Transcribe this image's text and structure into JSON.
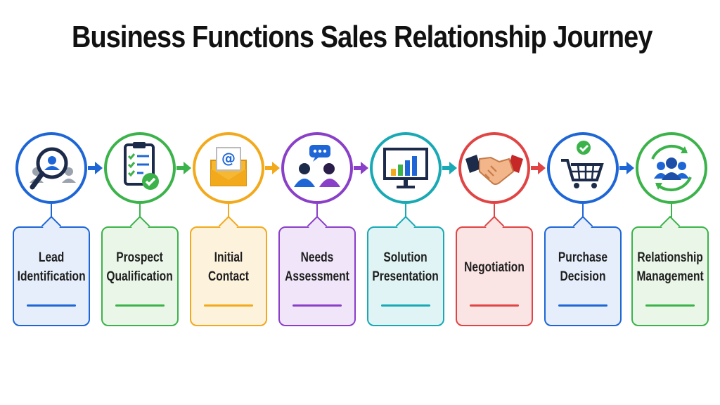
{
  "title": "Business Functions Sales Relationship Journey",
  "steps": [
    {
      "line1": "Lead",
      "line2": "Identification",
      "color": "#1e66d6",
      "fill": "#e6eefb",
      "icon": "search-person-icon"
    },
    {
      "line1": "Prospect",
      "line2": "Qualification",
      "color": "#3bb34a",
      "fill": "#eaf6e8",
      "icon": "clipboard-check-icon"
    },
    {
      "line1": "Initial",
      "line2": "Contact",
      "color": "#f2a91c",
      "fill": "#fdf2dc",
      "icon": "email-icon"
    },
    {
      "line1": "Needs",
      "line2": "Assessment",
      "color": "#8a3fc8",
      "fill": "#f1e6f9",
      "icon": "conversation-icon"
    },
    {
      "line1": "Solution",
      "line2": "Presentation",
      "color": "#18a9b5",
      "fill": "#e0f4f5",
      "icon": "presentation-chart-icon"
    },
    {
      "line1": "Negotiation",
      "line2": "",
      "color": "#e04444",
      "fill": "#fbe4e4",
      "icon": "handshake-icon"
    },
    {
      "line1": "Purchase",
      "line2": "Decision",
      "color": "#1e66d6",
      "fill": "#e6eefb",
      "icon": "shopping-cart-icon"
    },
    {
      "line1": "Relationship",
      "line2": "Management",
      "color": "#3bb34a",
      "fill": "#eaf6e8",
      "icon": "team-cycle-icon"
    }
  ]
}
